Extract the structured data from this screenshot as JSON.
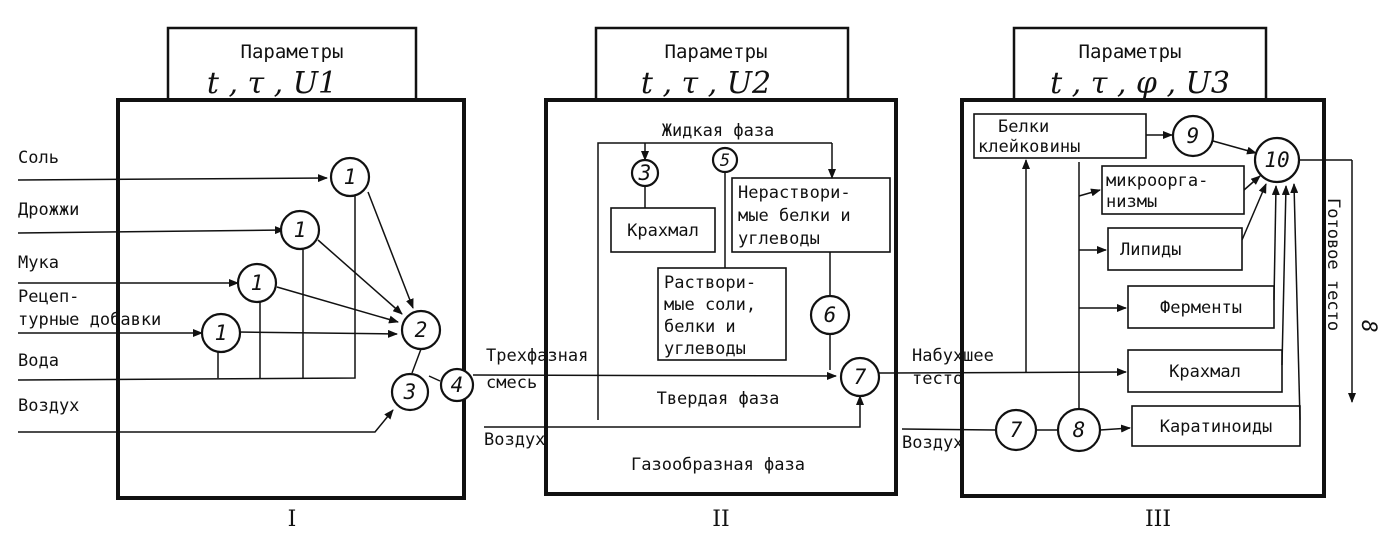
{
  "stage1": {
    "params_title": "Параметры",
    "params_formula": "t , τ , U1",
    "inputs": [
      "Соль",
      "Дрожжи",
      "Мука",
      "Рецеп-",
      "турные добавки",
      "Вода",
      "Воздух"
    ],
    "nodes": [
      "1",
      "1",
      "1",
      "1",
      "2",
      "3",
      "4"
    ],
    "roman": "I"
  },
  "stage2": {
    "params_title": "Параметры",
    "params_formula": "t , τ , U2",
    "liquid_phase": "Жидкая фаза",
    "starch": "Крахмал",
    "insoluble": [
      "Нераствори-",
      "мые белки и",
      "углеводы"
    ],
    "soluble": [
      "Раствори-",
      "мые соли,",
      "белки и",
      "углеводы"
    ],
    "three_phase": [
      "Трехфазная",
      "смесь"
    ],
    "solid_phase": "Твердая фаза",
    "air": "Воздух",
    "gas_phase": "Газообразная фаза",
    "nodes": [
      "3",
      "5",
      "6",
      "7"
    ],
    "roman": "II"
  },
  "stage3": {
    "params_title": "Параметры",
    "params_formula": "t , τ , φ , U3",
    "gluten": [
      "Белки",
      "клейковины"
    ],
    "micro": [
      "микроорга-",
      "низмы"
    ],
    "lipids": "Липиды",
    "enzymes": "Ферменты",
    "starch": "Крахмал",
    "carotenoids": "Каратиноиды",
    "swollen": [
      "Набухшее",
      "тесто"
    ],
    "air": "Воздух",
    "finished": "Готовое тесто",
    "finished_node": "8",
    "nodes": [
      "9",
      "10",
      "7",
      "8"
    ],
    "roman": "III"
  }
}
